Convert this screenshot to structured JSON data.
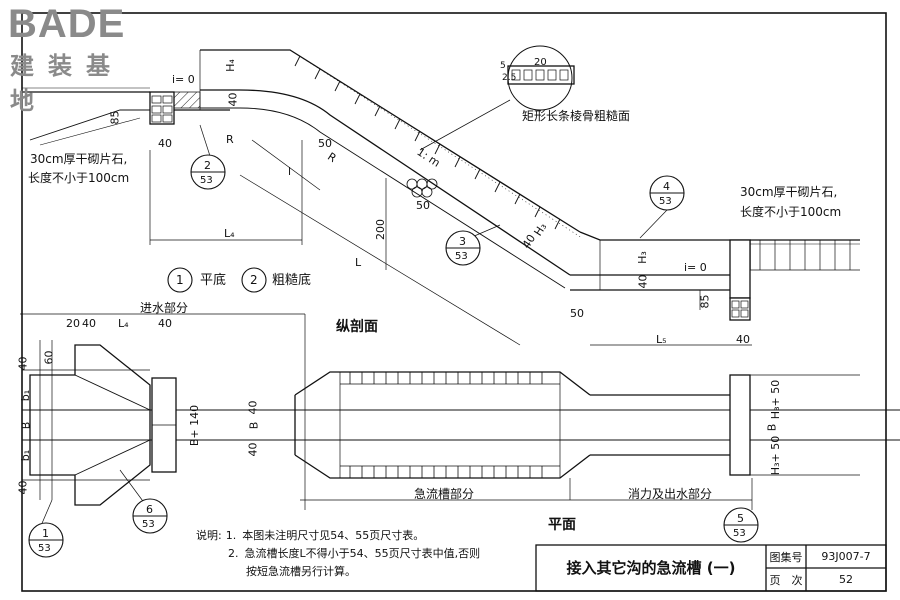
{
  "logo": {
    "letters": "BADE",
    "chinese": "建装基地"
  },
  "labels": {
    "i0_left": "i= 0",
    "i0_right": "i= 0",
    "slope": "1: m",
    "rough_surface": "矩形长条棱骨粗糙面",
    "rough_dim_20": "20",
    "rough_dim_5": "5",
    "rough_dim_25": "2.5",
    "stone_left_1": "30cm厚干砌片石,",
    "stone_left_2": "长度不小于100cm",
    "stone_right_1": "30cm厚干砌片石,",
    "stone_right_2": "长度不小于100cm",
    "type1": "平底",
    "type2": "粗糙底",
    "type1_num": "1",
    "type2_num": "2",
    "inlet_part": "进水部分",
    "profile": "纵剖面",
    "plan": "平面",
    "chute_part": "急流槽部分",
    "outlet_part": "消力及出水部分"
  },
  "dims": {
    "H4": "H₄",
    "H3": "H₃",
    "d40": "40",
    "d85": "85",
    "d50": "50",
    "d200": "200",
    "d60": "60",
    "d20": "20",
    "R": "R",
    "l": "l",
    "L": "L",
    "L4": "L₄",
    "L5": "L₅",
    "b1": "b₁",
    "B": "B",
    "B140": "B+ 140",
    "H3_50": "H₃+ 50"
  },
  "callouts": [
    {
      "num": "2",
      "page": "53"
    },
    {
      "num": "3",
      "page": "53"
    },
    {
      "num": "4",
      "page": "53"
    },
    {
      "num": "1",
      "page": "53"
    },
    {
      "num": "6",
      "page": "53"
    },
    {
      "num": "5",
      "page": "53"
    }
  ],
  "notes": {
    "lead": "说明:",
    "n1_num": "1.",
    "n1": "本图未注明尺寸见54、55页尺寸表。",
    "n2_num": "2.",
    "n2a": "急流槽长度L不得小于54、55页尺寸表中值,否则",
    "n2b": "按短急流槽另行计算。"
  },
  "title_block": {
    "title": "接入其它沟的急流槽 (一)",
    "atlas_label": "图集号",
    "atlas_value": "93J007-7",
    "page_label": "页　次",
    "page_value": "52"
  }
}
